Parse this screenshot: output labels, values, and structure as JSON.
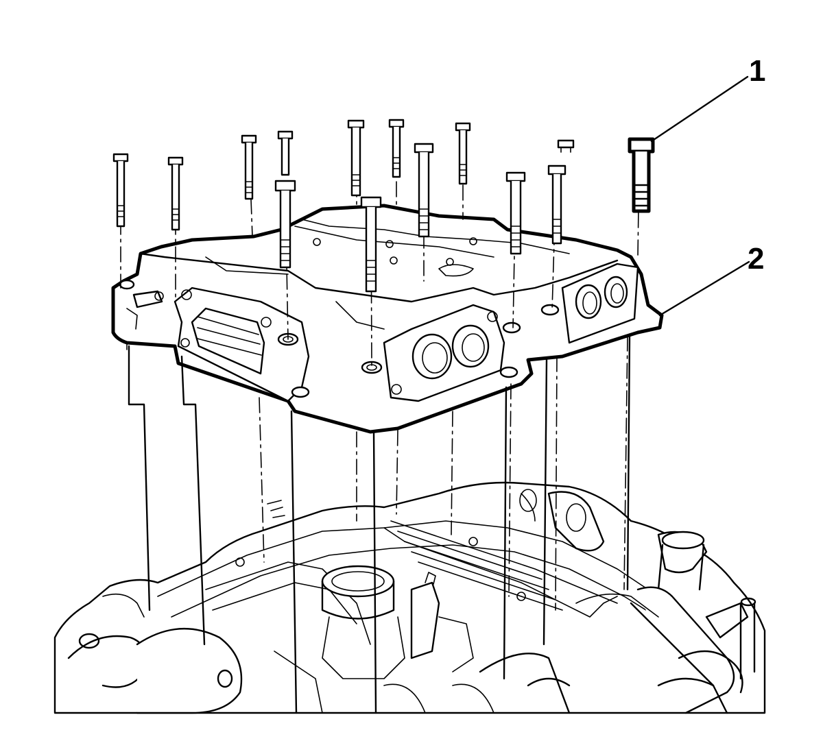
{
  "diagram": {
    "background": "#ffffff",
    "ink": "#000000",
    "callouts": [
      {
        "id": "1",
        "text": "1",
        "refers_to": "bolt"
      },
      {
        "id": "2",
        "text": "2",
        "refers_to": "manifold"
      }
    ]
  }
}
